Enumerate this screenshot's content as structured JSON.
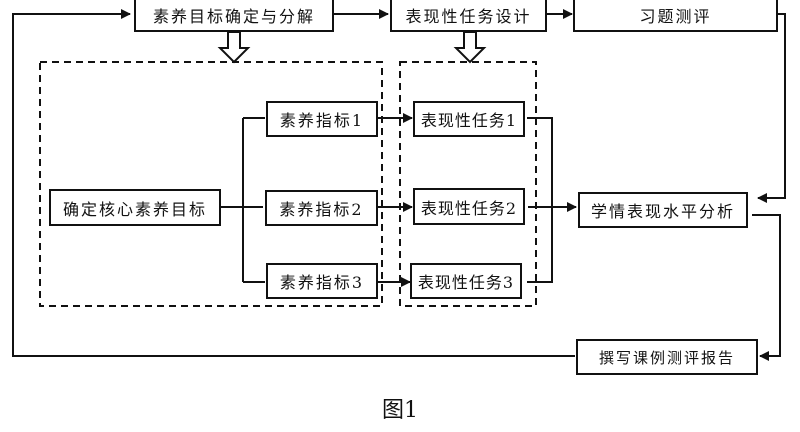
{
  "diagram": {
    "top_row": {
      "decompose": "素养目标确定与分解",
      "task_design": "表现性任务设计",
      "exercise_eval": "习题测评"
    },
    "core_goal": "确定核心素养目标",
    "indicators": [
      "素养指标1",
      "素养指标2",
      "素养指标3"
    ],
    "tasks": [
      "表现性任务1",
      "表现性任务2",
      "表现性任务3"
    ],
    "analysis": "学情表现水平分析",
    "report": "撰写课例测评报告",
    "caption": "图1"
  }
}
